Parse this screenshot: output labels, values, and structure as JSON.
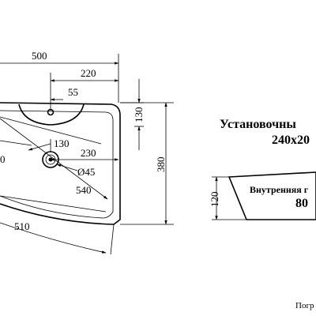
{
  "drawing": {
    "dimensions": {
      "width_total": "500",
      "width_to_drain": "220",
      "tap_offset": "55",
      "front_depth": "130",
      "drain_offset": "130",
      "drain_to_edge": "230",
      "drain_diameter": "Ø45",
      "inner_diagonal": "540",
      "depth_total": "380",
      "front_arc": "510",
      "left_partial": "0"
    },
    "installation": {
      "title_line1": "Установочны",
      "title_line2": "240x20",
      "height": "120",
      "inner_label": "Внутренняя г",
      "inner_value": "80"
    },
    "footer_note": "Погр"
  }
}
